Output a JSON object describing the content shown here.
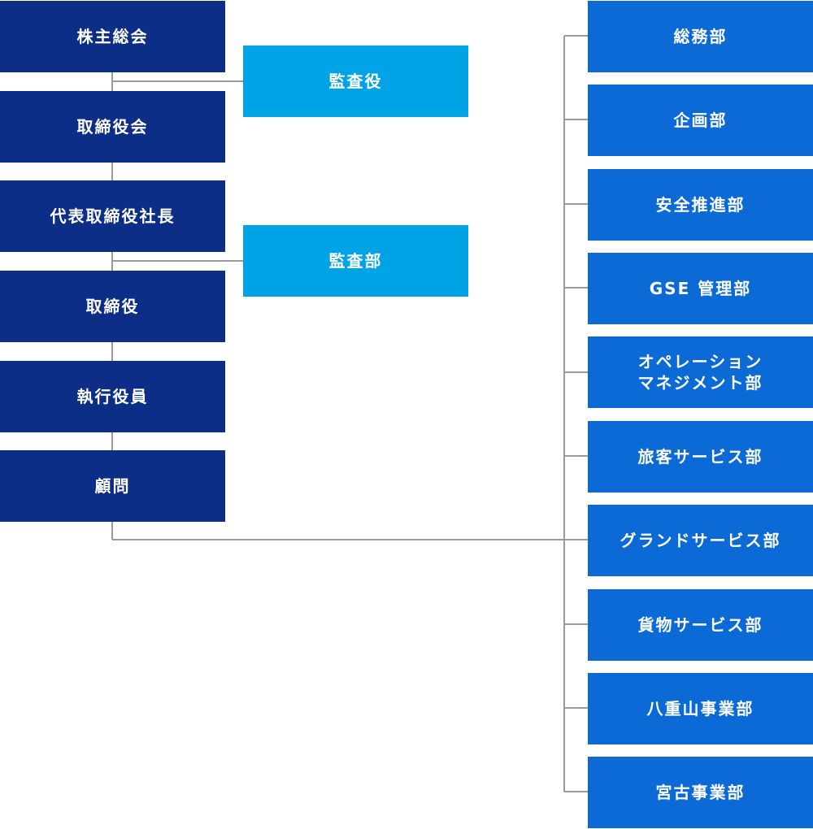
{
  "org_chart": {
    "left_chain": [
      {
        "label": "株主総会"
      },
      {
        "label": "取締役会"
      },
      {
        "label": "代表取締役社長"
      },
      {
        "label": "取締役"
      },
      {
        "label": "執行役員"
      },
      {
        "label": "顧問"
      }
    ],
    "side_boxes": [
      {
        "label": "監査役"
      },
      {
        "label": "監査部"
      }
    ],
    "departments": [
      {
        "label": "総務部"
      },
      {
        "label": "企画部"
      },
      {
        "label": "安全推進部"
      },
      {
        "label": "GSE 管理部"
      },
      {
        "label": "オペレーション\nマネジメント部"
      },
      {
        "label": "旅客サービス部"
      },
      {
        "label": "グランドサービス部"
      },
      {
        "label": "貨物サービス部"
      },
      {
        "label": "八重山事業部"
      },
      {
        "label": "宮古事業部"
      }
    ],
    "colors": {
      "executive": "#0d2e87",
      "audit": "#00a3e6",
      "department": "#0b6ad6",
      "connector": "#9a9a9a"
    }
  }
}
